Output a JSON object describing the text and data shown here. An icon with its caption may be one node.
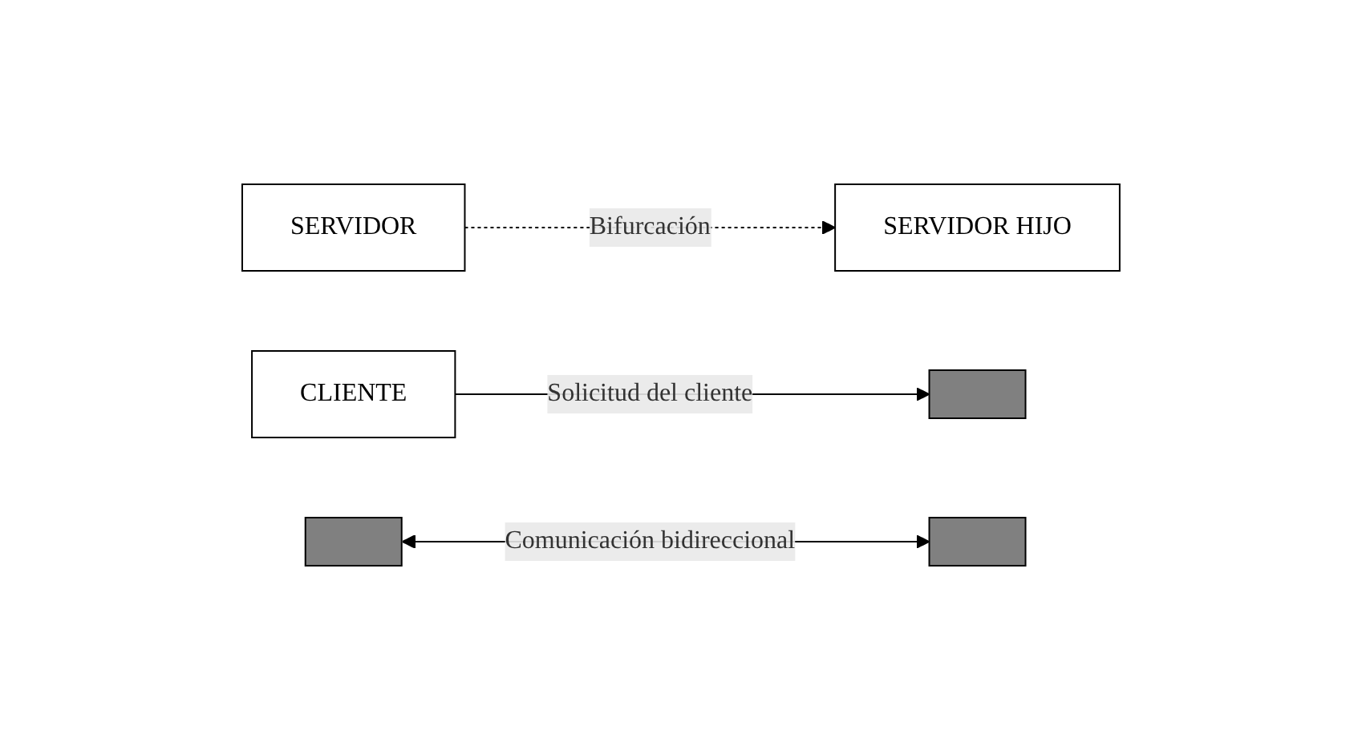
{
  "diagram": {
    "nodes": [
      {
        "text": [
          "SERVIDOR"
        ]
      },
      {
        "text": [],
        "shape": "box"
      },
      {
        "text": [
          "CLIENTE"
        ]
      },
      {
        "text": [],
        "shape": "box"
      },
      {
        "text": [
          "SERVIDOR HIJO"
        ]
      },
      {
        "text": [],
        "shape": "box"
      }
    ],
    "edges": [
      {
        "from": 2,
        "to": 1,
        "arrow": "to",
        "label": "Solicitud del cliente"
      },
      {
        "from": 0,
        "to": 4,
        "arrow": "to",
        "style": "dashed",
        "label": "Bifurcación"
      },
      {
        "from": 3,
        "to": 5,
        "arrow": "both",
        "label": "Comunicación bidireccional"
      }
    ]
  }
}
